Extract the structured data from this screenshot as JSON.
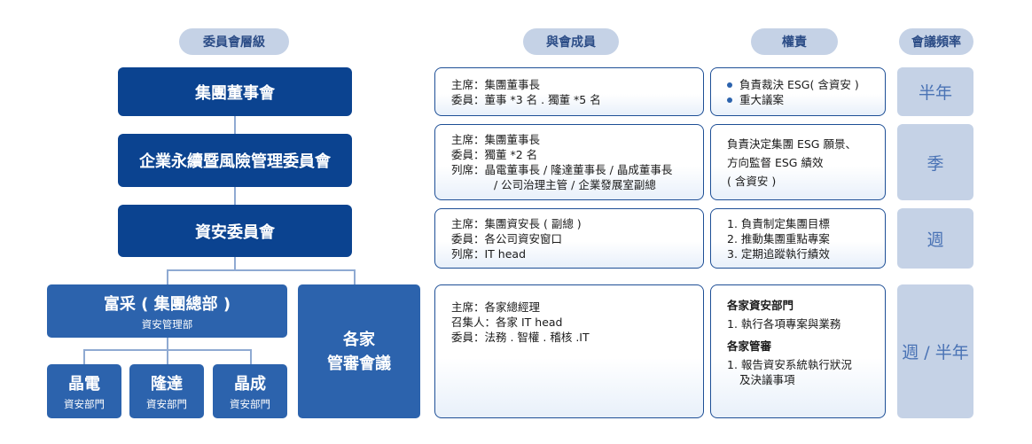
{
  "headers": {
    "level": "委員會層級",
    "members": "與會成員",
    "duties": "權責",
    "frequency": "會議頻率"
  },
  "committees": {
    "board": "集團董事會",
    "sustainability": "企業永續暨風險管理委員會",
    "security": "資安委員會",
    "fucai_title": "富采 ( 集團總部 )",
    "fucai_sub": "資安管理部",
    "local": "各家\n管審會議",
    "jingdian": "晶電",
    "longda": "隆達",
    "jingcheng": "晶成",
    "sub_label": "資安部門"
  },
  "members": {
    "board": [
      "主席：集團董事長",
      "委員：董事 *3 名 . 獨董 *5 名"
    ],
    "sustainability": [
      "主席：集團董事長",
      "委員：獨董 *2 名",
      "列席：晶電董事長 / 隆達董事長 / 晶成董事長",
      "/ 公司治理主管 / 企業發展室副總"
    ],
    "security": [
      "主席：集團資安長 ( 副總 )",
      "委員：各公司資安窗口",
      "列席：IT head"
    ],
    "local": [
      "主席：各家總經理",
      "召集人：各家 IT head",
      "委員：法務 . 智權 . 稽核 .IT"
    ]
  },
  "duties": {
    "board": [
      "負責裁決 ESG( 含資安 )",
      "重大議案"
    ],
    "sustainability": [
      "負責決定集團 ESG 願景、",
      "方向監督 ESG 績效",
      "( 含資安 )"
    ],
    "security": [
      "1. 負責制定集團目標",
      "2. 推動集團重點專案",
      "3. 定期追蹤執行績效"
    ],
    "local_h1": "各家資安部門",
    "local_l1": "1. 執行各項專案與業務",
    "local_h2": "各家管審",
    "local_l2a": "1. 報告資安系統執行狀況",
    "local_l2b": "及決議事項"
  },
  "frequency": {
    "board": "半年",
    "sustainability": "季",
    "security": "週",
    "local": "週 / 半年"
  }
}
